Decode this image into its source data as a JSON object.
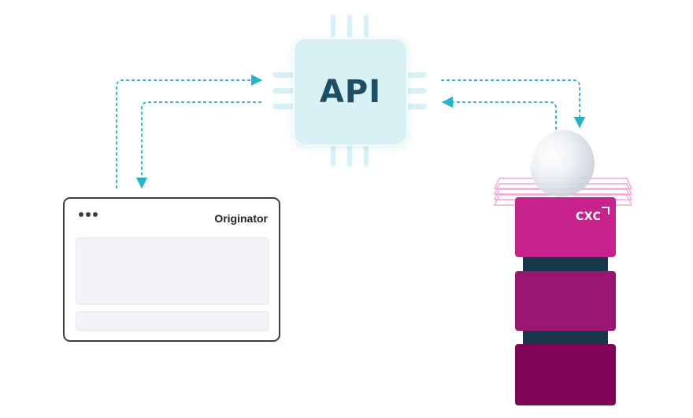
{
  "api_chip": {
    "label": "API"
  },
  "originator_window": {
    "title": "Originator"
  },
  "cxc_stack": {
    "label": "CXC"
  },
  "colors": {
    "arrow": "#22b5c8",
    "chip_fill": "#d8f1f4",
    "chip_text": "#1c4f63",
    "window_border": "#3a4048",
    "panel_fill": "#f1f3f6",
    "block_top": "#c6248c",
    "block_middle": "#9b1672",
    "block_bottom": "#800456",
    "stack_connector": "#17384b",
    "outline_layers": "#f4a6d8"
  }
}
